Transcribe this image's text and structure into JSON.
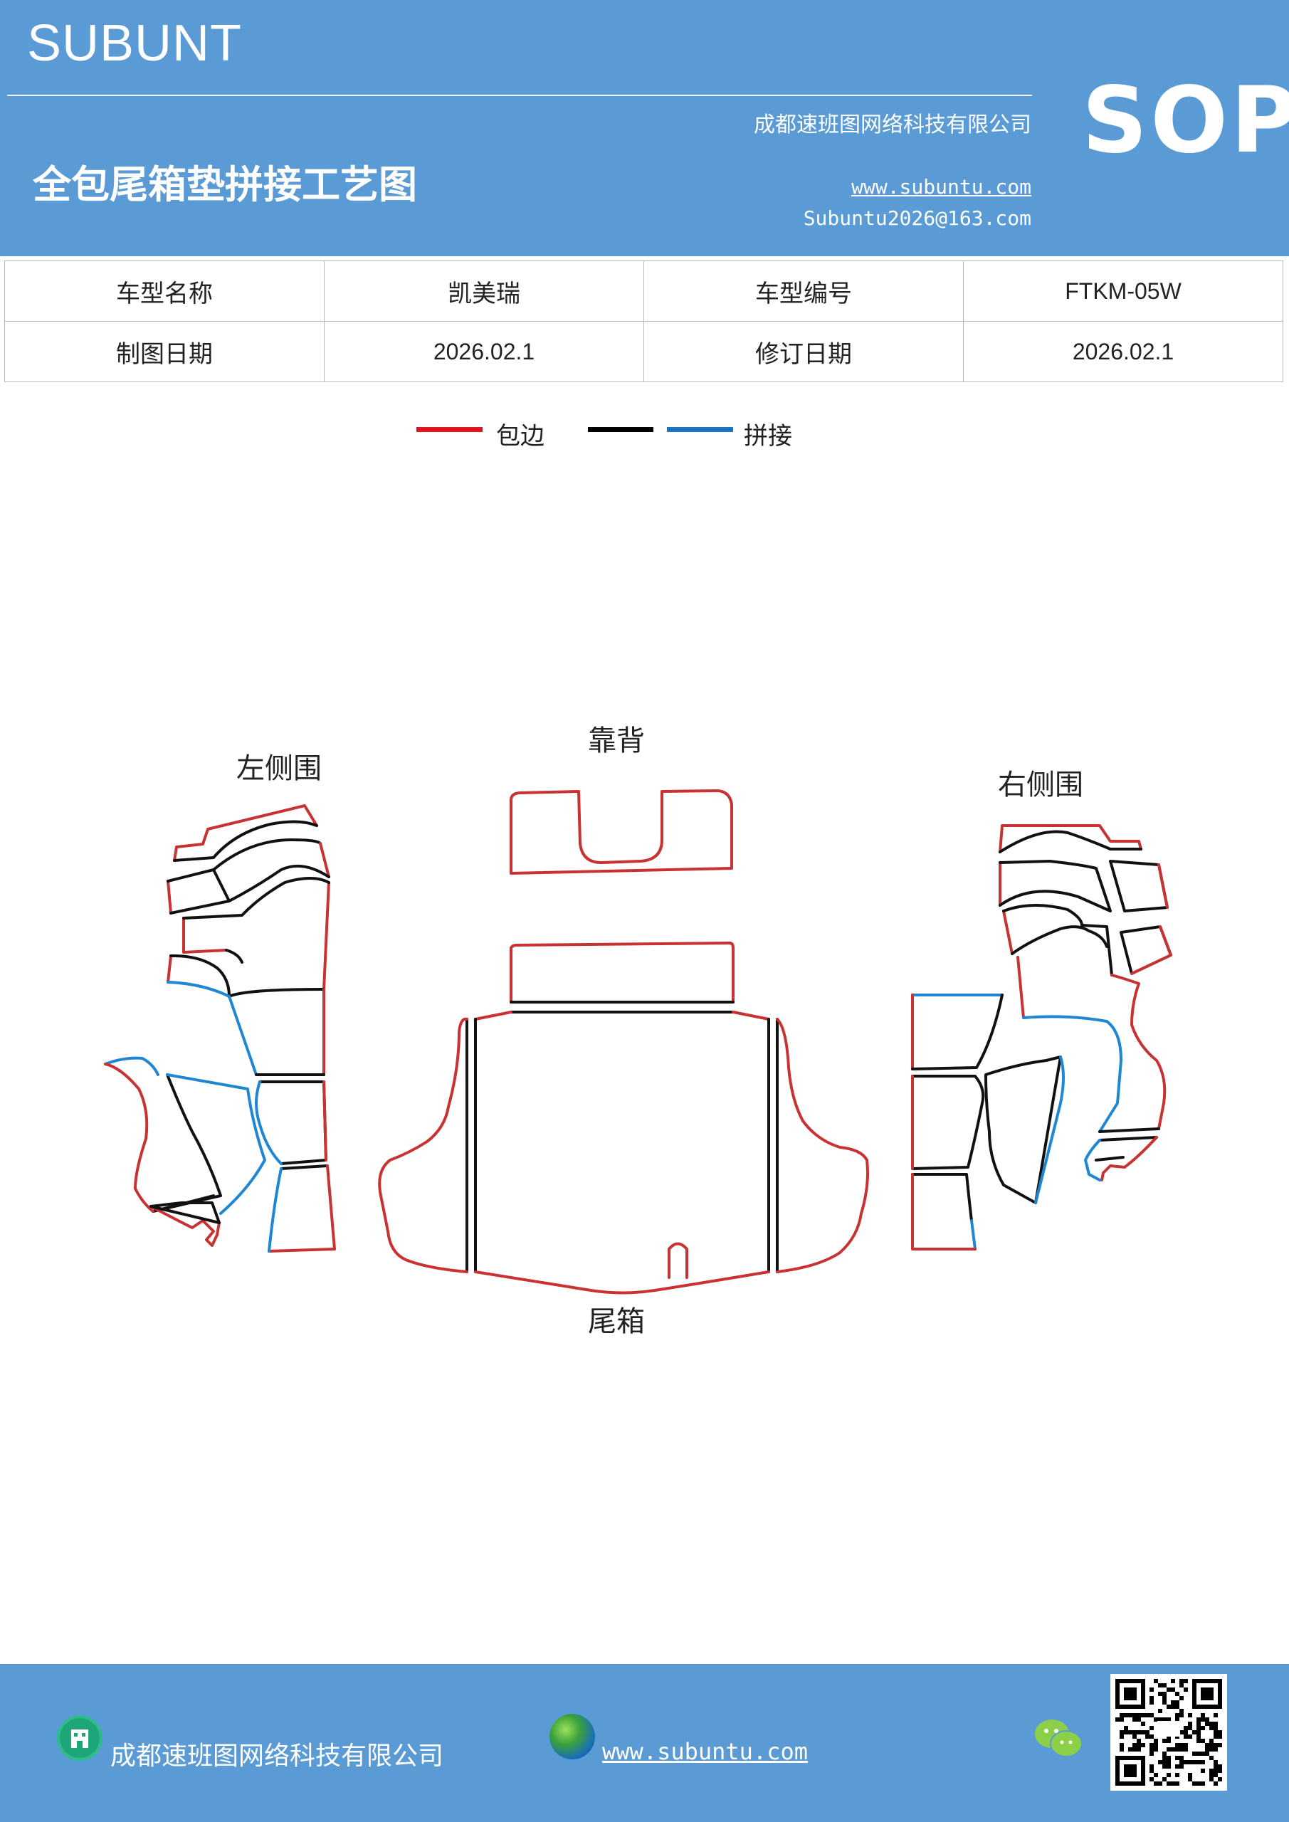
{
  "header": {
    "brand": "SUBUNT",
    "company": "成都速班图网络科技有限公司",
    "title": "全包尾箱垫拼接工艺图",
    "url": "www.subuntu.com",
    "email": "Subuntu2026@163.com",
    "badge": "SOP",
    "bg_color": "#5b9bd5"
  },
  "info_table": {
    "rows": [
      [
        "车型名称",
        "凯美瑞",
        "车型编号",
        "FTKM-05W"
      ],
      [
        "制图日期",
        "2026.02.1",
        "修订日期",
        "2026.02.1"
      ]
    ]
  },
  "legend": {
    "items": [
      {
        "label": "包边",
        "color": "#e0141e"
      },
      {
        "label": "",
        "color": "#000000"
      },
      {
        "label": "拼接",
        "color": "#1f73c4"
      }
    ]
  },
  "diagram": {
    "labels": {
      "left": "左侧围",
      "back": "靠背",
      "right": "右侧围",
      "trunk": "尾箱"
    },
    "colors": {
      "edge": "#c83232",
      "seam": "#111111",
      "join": "#1f86d4"
    }
  },
  "footer": {
    "company": "成都速班图网络科技有限公司",
    "url": "www.subuntu.com",
    "icons": [
      "building-icon",
      "globe-icon",
      "wechat-icon",
      "qr-code"
    ]
  }
}
